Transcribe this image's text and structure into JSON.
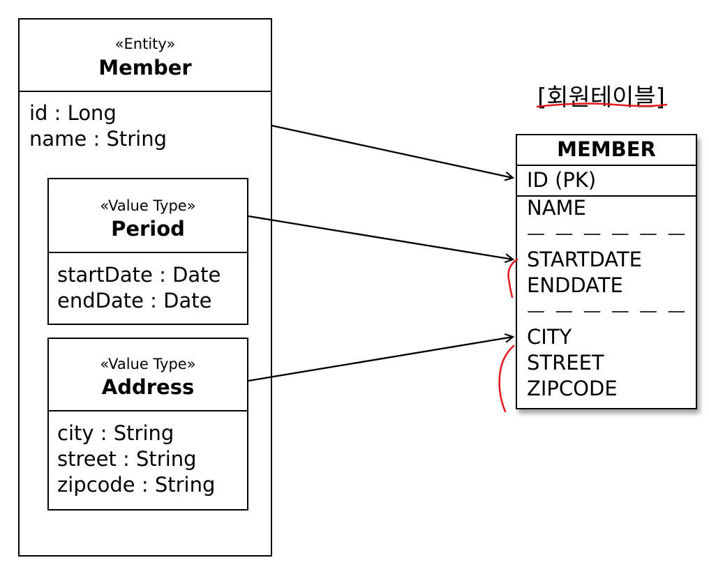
{
  "entity": {
    "stereotype": "«Entity»",
    "name": "Member",
    "fields": [
      "id : Long",
      "name : String"
    ]
  },
  "period": {
    "stereotype": "«Value Type»",
    "name": "Period",
    "fields": [
      "startDate : Date",
      "endDate : Date"
    ]
  },
  "address": {
    "stereotype": "«Value Type»",
    "name": "Address",
    "fields": [
      "city : String",
      "street : String",
      "zipcode : String"
    ]
  },
  "table": {
    "caption": "[회원테이블]",
    "name": "MEMBER",
    "pk": "ID (PK)",
    "columns": [
      "NAME",
      "STARTDATE",
      "ENDDATE",
      "CITY",
      "STREET",
      "ZIPCODE"
    ],
    "separator": "— — — — — —"
  },
  "colors": {
    "line": "#000000",
    "annotation": "#e3161d"
  }
}
